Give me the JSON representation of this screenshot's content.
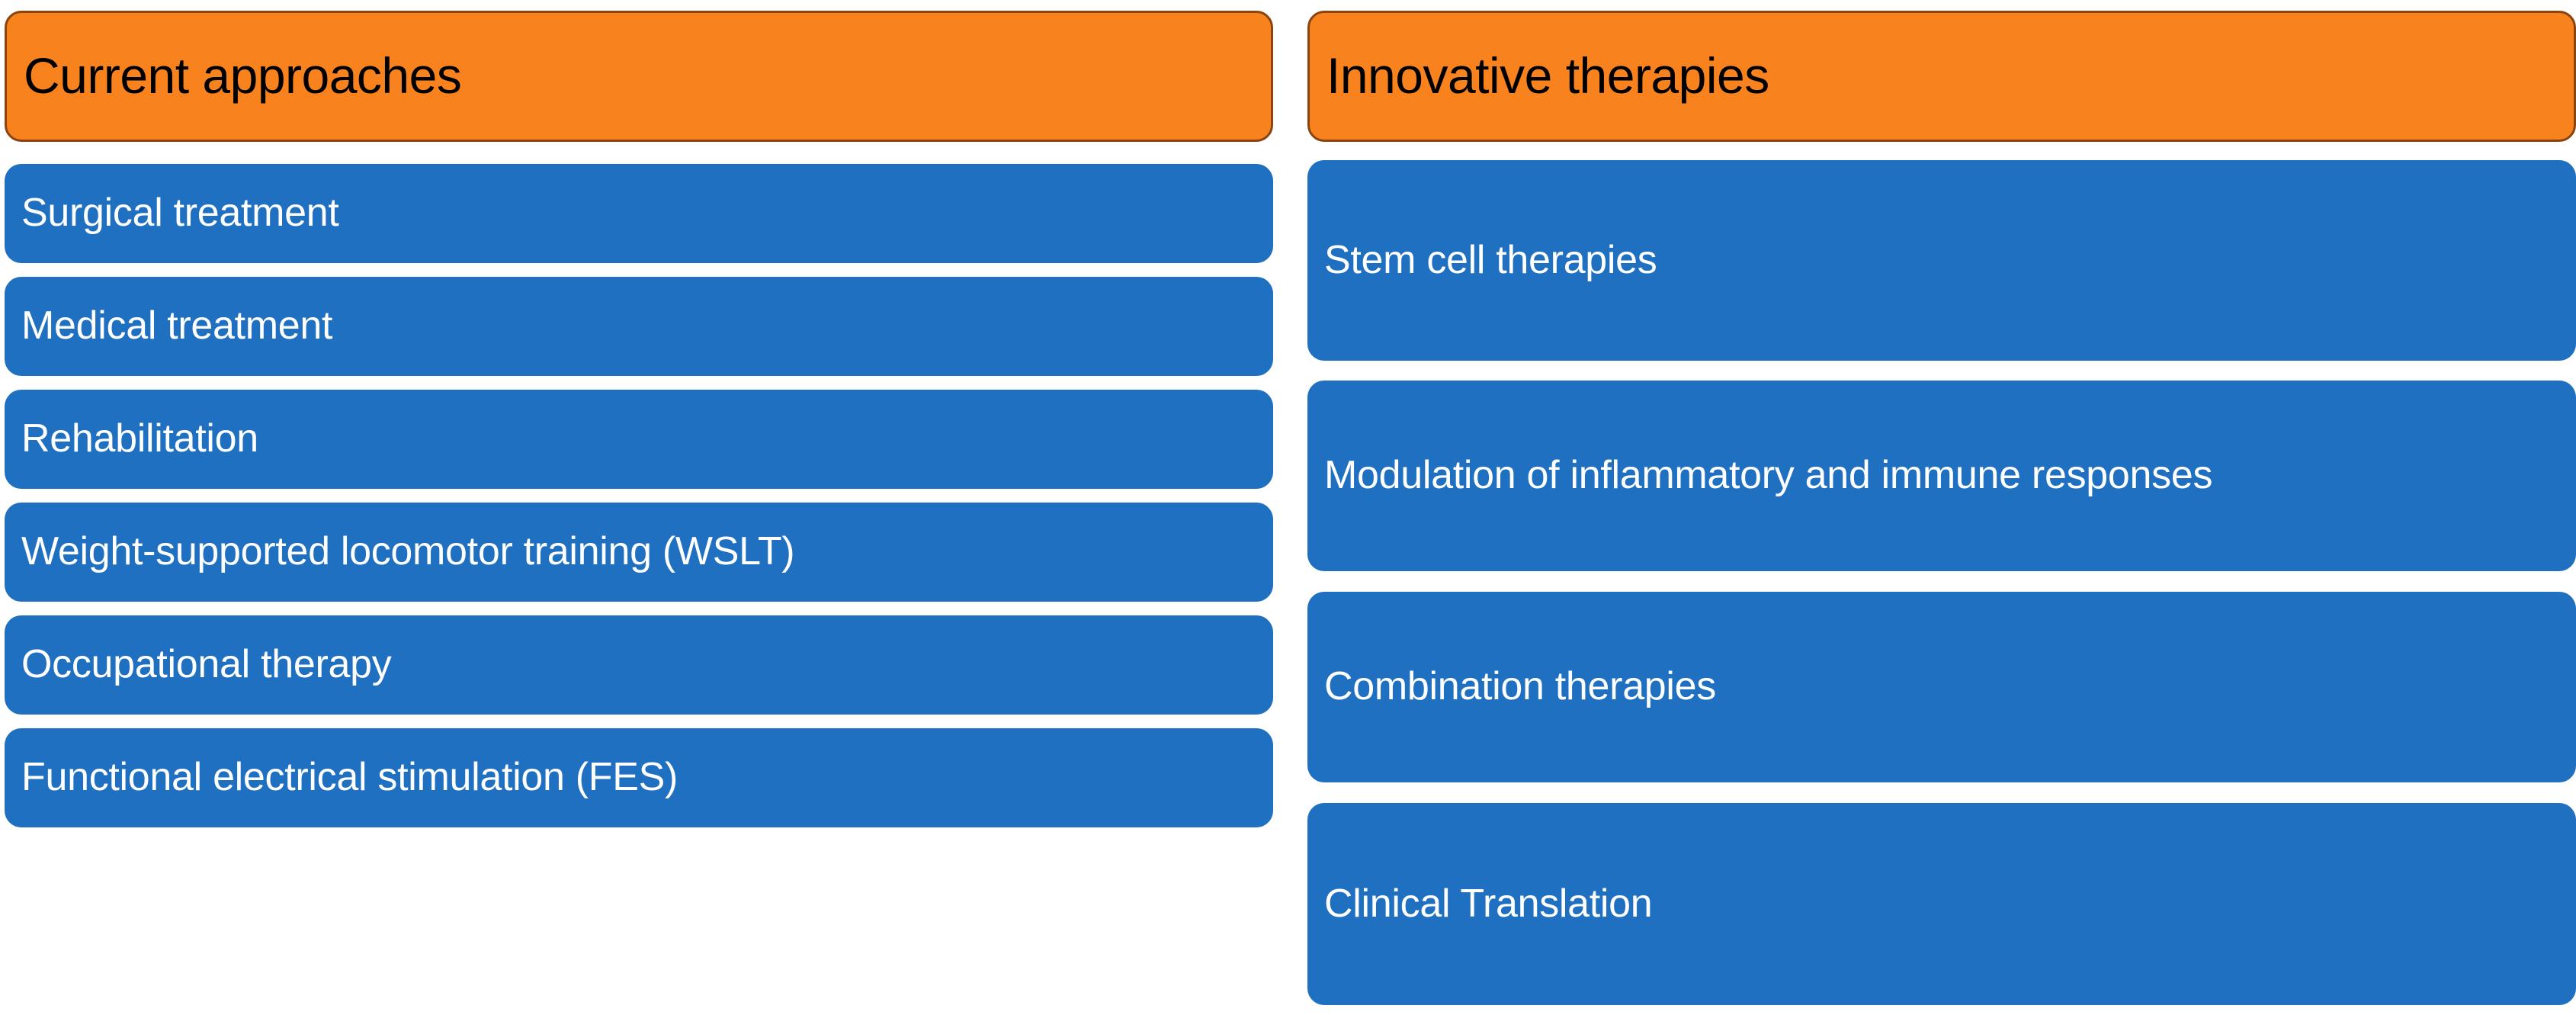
{
  "diagram": {
    "type": "two-column-comparison-list",
    "colors": {
      "header_fill": "#F7821E",
      "header_border": "#8A4410",
      "header_text": "#000000",
      "item_fill": "#1F70C1",
      "item_text": "#FFFFFF",
      "background": "#FFFFFF"
    }
  },
  "columns": [
    {
      "id": "current-approaches",
      "header": "Current approaches",
      "items": [
        {
          "label": "Surgical treatment"
        },
        {
          "label": "Medical treatment"
        },
        {
          "label": "Rehabilitation"
        },
        {
          "label": "Weight-supported locomotor training (WSLT)"
        },
        {
          "label": "Occupational therapy"
        },
        {
          "label": "Functional electrical stimulation (FES)"
        }
      ]
    },
    {
      "id": "innovative-therapies",
      "header": "Innovative therapies",
      "items": [
        {
          "label": "Stem cell therapies"
        },
        {
          "label": "Modulation of inflammatory and immune responses"
        },
        {
          "label": "Combination therapies"
        },
        {
          "label": "Clinical Translation"
        }
      ]
    }
  ]
}
